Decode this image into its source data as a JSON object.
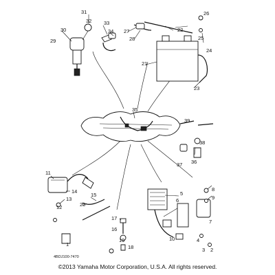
{
  "diagram": {
    "callouts": [
      {
        "id": "c1",
        "text": "1"
      },
      {
        "id": "c2",
        "text": "2"
      },
      {
        "id": "c3",
        "text": "3"
      },
      {
        "id": "c4",
        "text": "4"
      },
      {
        "id": "c5",
        "text": "5"
      },
      {
        "id": "c6",
        "text": "6"
      },
      {
        "id": "c7",
        "text": "7"
      },
      {
        "id": "c8",
        "text": "8"
      },
      {
        "id": "c9",
        "text": "9"
      },
      {
        "id": "c10",
        "text": "10"
      },
      {
        "id": "c11",
        "text": "11"
      },
      {
        "id": "c12",
        "text": "12"
      },
      {
        "id": "c13",
        "text": "13"
      },
      {
        "id": "c14",
        "text": "14"
      },
      {
        "id": "c15",
        "text": "15"
      },
      {
        "id": "c16",
        "text": "16"
      },
      {
        "id": "c17",
        "text": "17"
      },
      {
        "id": "c18",
        "text": "18"
      },
      {
        "id": "c19",
        "text": "19"
      },
      {
        "id": "c20",
        "text": "20"
      },
      {
        "id": "c21",
        "text": "21"
      },
      {
        "id": "c22",
        "text": "22"
      },
      {
        "id": "c23",
        "text": "23"
      },
      {
        "id": "c24",
        "text": "24"
      },
      {
        "id": "c25",
        "text": "25"
      },
      {
        "id": "c26",
        "text": "26"
      },
      {
        "id": "c27",
        "text": "27"
      },
      {
        "id": "c28",
        "text": "28"
      },
      {
        "id": "c29",
        "text": "29"
      },
      {
        "id": "c30",
        "text": "30"
      },
      {
        "id": "c31",
        "text": "31"
      },
      {
        "id": "c32",
        "text": "32"
      },
      {
        "id": "c33",
        "text": "33"
      },
      {
        "id": "c34",
        "text": "34"
      },
      {
        "id": "c35",
        "text": "35"
      },
      {
        "id": "c36",
        "text": "36"
      },
      {
        "id": "c37",
        "text": "37"
      },
      {
        "id": "c38",
        "text": "38"
      },
      {
        "id": "c39",
        "text": "39"
      }
    ],
    "drawing_code": "4BDJ100-7470"
  },
  "footer": {
    "copyright": "©2013 Yamaha Motor Corporation, U.S.A. All rights reserved."
  },
  "colors": {
    "ink": "#111111",
    "background": "#ffffff"
  }
}
